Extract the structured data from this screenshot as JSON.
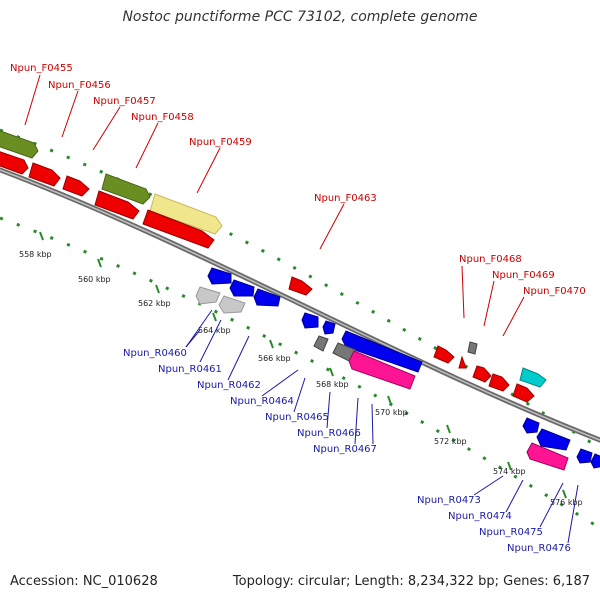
{
  "title": "Nostoc punctiforme PCC 73102, complete genome",
  "footer": {
    "accession": "Accession: NC_010628",
    "summary": "Topology: circular; Length: 8,234,322 bp; Genes: 6,187"
  },
  "colors": {
    "forward_label": "#cc0000",
    "reverse_label": "#1a1aa8",
    "backbone": "#808080",
    "grid_dots": "#2a8a2a",
    "red": "#ee0000",
    "olive": "#6b8e23",
    "khaki": "#f0e68c",
    "blue": "#0000ee",
    "gray": "#999999",
    "silver": "#c8c8c8",
    "pink": "#ff1493",
    "cyan": "#00cccc"
  },
  "forward_labels": [
    "Npun_F0455",
    "Npun_F0456",
    "Npun_F0457",
    "Npun_F0458",
    "Npun_F0459",
    "Npun_F0463",
    "Npun_F0468",
    "Npun_F0469",
    "Npun_F0470"
  ],
  "reverse_labels": [
    "Npun_R0460",
    "Npun_R0461",
    "Npun_R0462",
    "Npun_R0464",
    "Npun_R0465",
    "Npun_R0466",
    "Npun_R0467",
    "Npun_R0473",
    "Npun_R0474",
    "Npun_R0475",
    "Npun_R0476"
  ],
  "ticks": [
    "558 kbp",
    "560 kbp",
    "562 kbp",
    "564 kbp",
    "566 kbp",
    "568 kbp",
    "570 kbp",
    "572 kbp",
    "574 kbp",
    "576 kbp"
  ]
}
